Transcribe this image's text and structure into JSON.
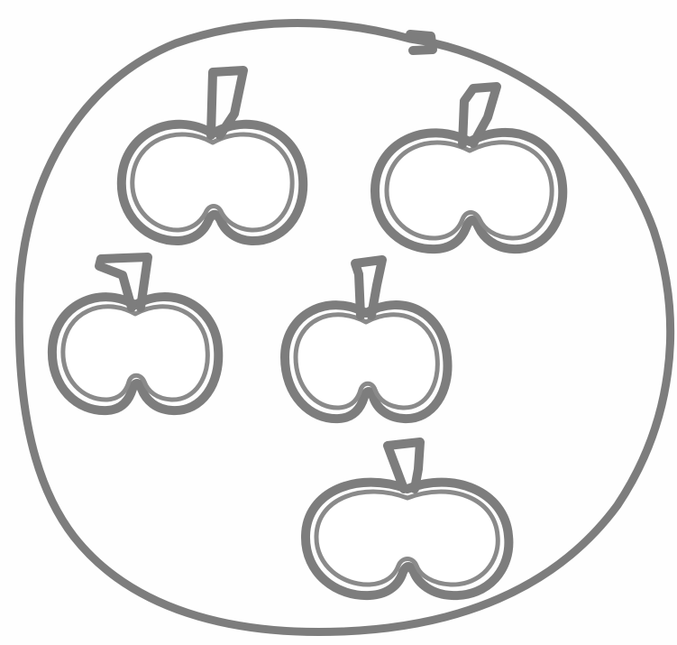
{
  "drawing": {
    "style": "hand-drawn pencil sketch",
    "ink_color": "#7d7d7d",
    "background": "#fefefe",
    "container_icon": "circle-outline",
    "item_icon": "apple-outline",
    "item_count": 5
  }
}
